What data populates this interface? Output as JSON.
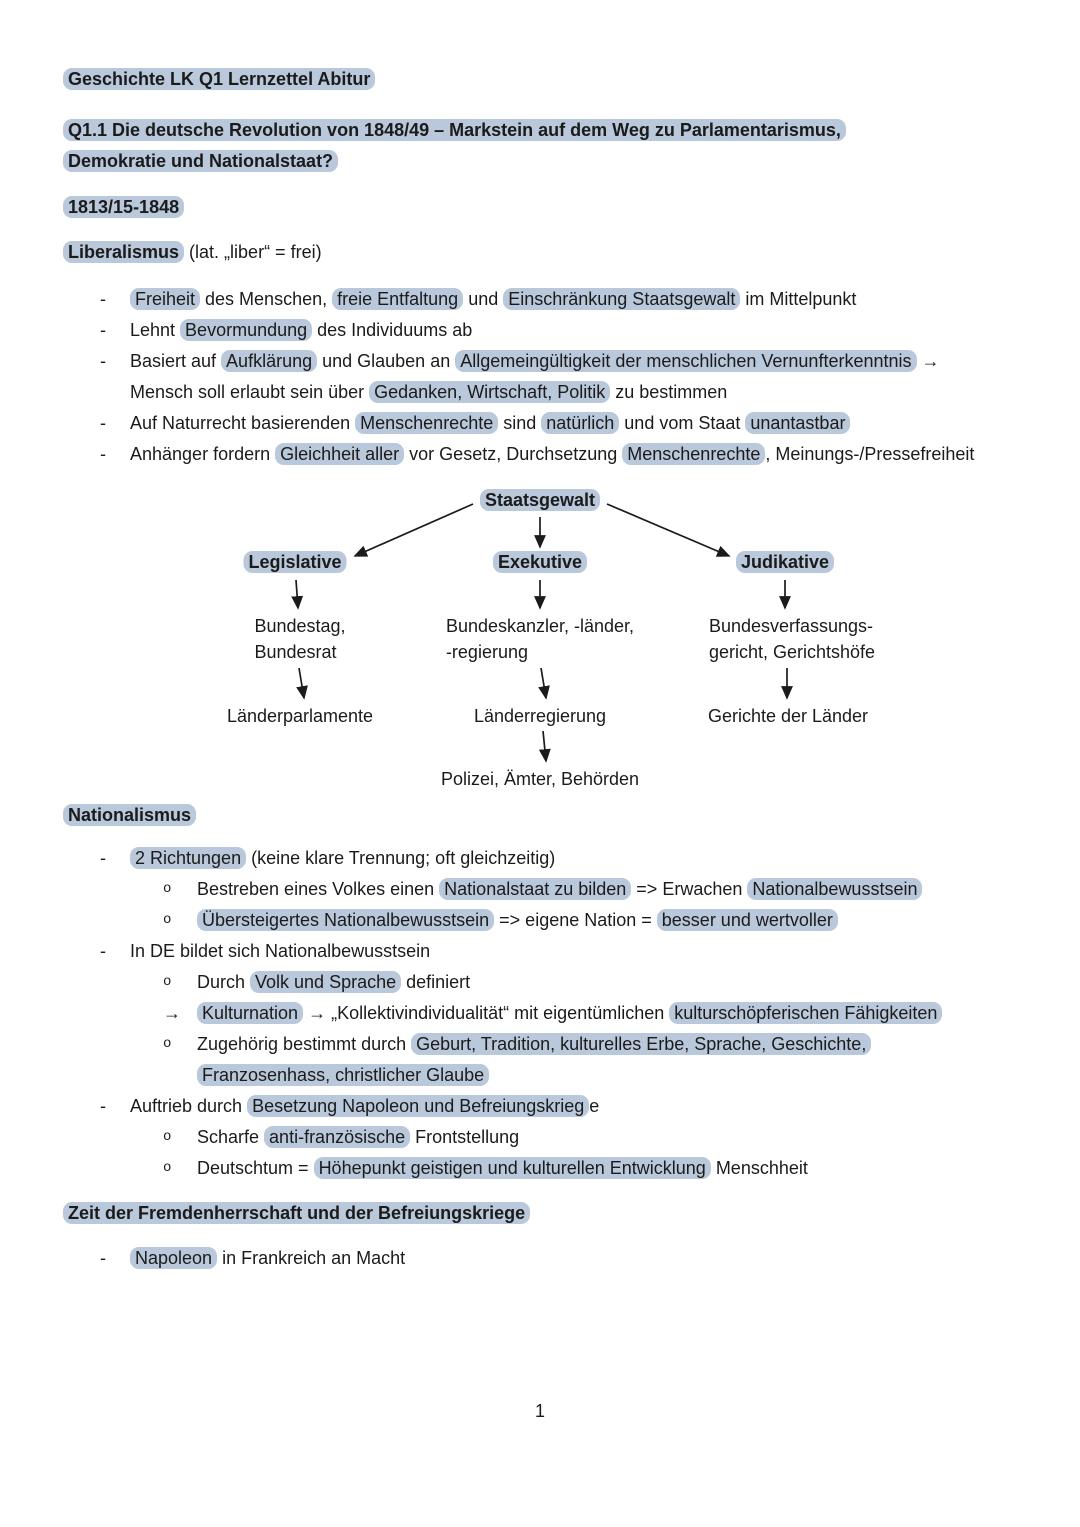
{
  "markers": {
    "dash": "-",
    "circle": "o",
    "arrow": "→"
  },
  "page_number": "1",
  "colors": {
    "highlight": "#b9c8da",
    "text": "#1b1b1b"
  },
  "title": "Geschichte LK Q1 Lernzettel Abitur",
  "heading": {
    "line1": "Q1.1 Die deutsche Revolution von 1848/49 – Markstein auf dem Weg zu Parlamentarismus,",
    "line2": "Demokratie und Nationalstaat?"
  },
  "period": "1813/15-1848",
  "liberalismus": {
    "term": "Liberalismus",
    "term_suffix": " (lat. „liber“ = frei)",
    "items": [
      {
        "segments": [
          {
            "t": "Freiheit",
            "h": true
          },
          {
            "t": " des Menschen, "
          },
          {
            "t": "freie Entfaltung",
            "h": true
          },
          {
            "t": " und "
          },
          {
            "t": "Einschränkung Staatsgewalt",
            "h": true
          },
          {
            "t": " im Mittelpunkt"
          }
        ]
      },
      {
        "segments": [
          {
            "t": "Lehnt "
          },
          {
            "t": "Bevormundung",
            "h": true
          },
          {
            "t": " des Individuums ab"
          }
        ]
      },
      {
        "segments": [
          {
            "t": "Basiert auf "
          },
          {
            "t": "Aufklärung",
            "h": true
          },
          {
            "t": " und Glauben an "
          },
          {
            "t": "Allgemeingültigkeit der menschlichen Vernunfterkenntnis",
            "h": true
          },
          {
            "t": " "
          },
          {
            "t": "→",
            "b": true
          },
          {
            "t": " Mensch soll erlaubt sein über "
          },
          {
            "t": "Gedanken, Wirtschaft, Politik",
            "h": true
          },
          {
            "t": " zu bestimmen"
          }
        ]
      },
      {
        "segments": [
          {
            "t": "Auf Naturrecht basierenden "
          },
          {
            "t": "Menschenrechte",
            "h": true
          },
          {
            "t": " sind "
          },
          {
            "t": "natürlich",
            "h": true
          },
          {
            "t": " und vom Staat "
          },
          {
            "t": "unantastbar",
            "h": true
          }
        ]
      },
      {
        "segments": [
          {
            "t": "Anhänger fordern "
          },
          {
            "t": "Gleichheit aller",
            "h": true
          },
          {
            "t": " vor Gesetz, Durchsetzung "
          },
          {
            "t": "Menschenrechte",
            "h": true
          },
          {
            "t": ", Meinungs-/Pressefreiheit"
          }
        ]
      }
    ]
  },
  "diagram": {
    "root": "Staatsgewalt",
    "branches": [
      {
        "title": "Legislative",
        "level1": "Bundestag,\nBundesrat",
        "level2": "Länderparlamente"
      },
      {
        "title": "Exekutive",
        "level1": "Bundeskanzler, -länder,\n-regierung",
        "level2": "Länderregierung",
        "level3": "Polizei, Ämter, Behörden"
      },
      {
        "title": "Judikative",
        "level1": "Bundesverfassungs-\ngericht, Gerichtshöfe",
        "level2": "Gerichte der Länder"
      }
    ]
  },
  "nationalismus": {
    "heading": "Nationalismus",
    "items": [
      {
        "level": "l1",
        "marker": "dash",
        "segments": [
          {
            "t": "2 Richtungen",
            "h": true
          },
          {
            "t": " (keine klare Trennung; oft gleichzeitig)"
          }
        ]
      },
      {
        "level": "l2",
        "marker": "circle",
        "segments": [
          {
            "t": "Bestreben eines Volkes einen "
          },
          {
            "t": "Nationalstaat zu bilden",
            "h": true
          },
          {
            "t": " => Erwachen "
          },
          {
            "t": "Nationalbewusstsein",
            "h": true
          }
        ]
      },
      {
        "level": "l2",
        "marker": "circle",
        "segments": [
          {
            "t": "Übersteigertes Nationalbewusstsein",
            "h": true
          },
          {
            "t": " => eigene Nation = "
          },
          {
            "t": "besser und wertvoller",
            "h": true
          }
        ]
      },
      {
        "level": "l1",
        "marker": "dash",
        "segments": [
          {
            "t": "In DE bildet sich Nationalbewusstsein"
          }
        ]
      },
      {
        "level": "l2",
        "marker": "circle",
        "segments": [
          {
            "t": "Durch "
          },
          {
            "t": "Volk und Sprache",
            "h": true
          },
          {
            "t": " definiert"
          }
        ]
      },
      {
        "level": "l2",
        "marker": "arrow",
        "segments": [
          {
            "t": "Kulturnation",
            "h": true
          },
          {
            "t": " "
          },
          {
            "t": "→",
            "b": true
          },
          {
            "t": " „Kollektivindividualität“  mit eigentümlichen "
          },
          {
            "t": "kulturschöpferischen Fähigkeiten",
            "h": true
          }
        ]
      },
      {
        "level": "l2",
        "marker": "circle",
        "segments": [
          {
            "t": "Zugehörig bestimmt durch "
          },
          {
            "t": "Geburt, Tradition, kulturelles Erbe, Sprache, Geschichte, Franzosenhass, christlicher Glaube",
            "h": true
          }
        ]
      },
      {
        "level": "l1",
        "marker": "dash",
        "segments": [
          {
            "t": "Auftrieb durch "
          },
          {
            "t": "Besetzung Napoleon und Befreiungskrieg",
            "h": true
          },
          {
            "t": "e"
          }
        ]
      },
      {
        "level": "l2",
        "marker": "circle",
        "segments": [
          {
            "t": "Scharfe "
          },
          {
            "t": "anti-französische",
            "h": true
          },
          {
            "t": " Frontstellung"
          }
        ]
      },
      {
        "level": "l2",
        "marker": "circle",
        "segments": [
          {
            "t": "Deutschtum = "
          },
          {
            "t": "Höhepunkt geistigen und kulturellen Entwicklung",
            "h": true
          },
          {
            "t": " Menschheit"
          }
        ]
      }
    ]
  },
  "fremdherrschaft": {
    "heading": "Zeit der Fremdenherrschaft und der Befreiungskriege",
    "items": [
      {
        "level": "l1",
        "marker": "dash",
        "segments": [
          {
            "t": "Napoleon",
            "h": true
          },
          {
            "t": " in Frankreich an Macht"
          }
        ]
      }
    ]
  }
}
